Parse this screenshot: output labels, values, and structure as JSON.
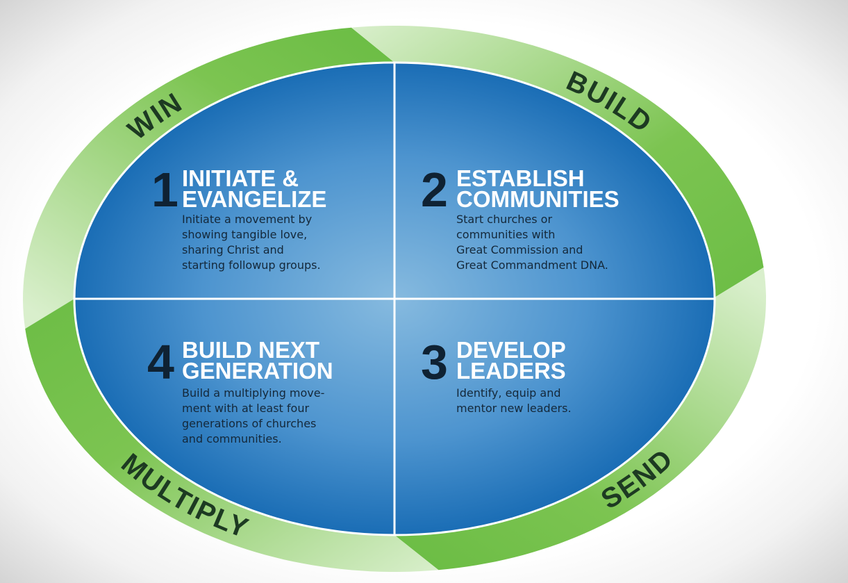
{
  "ring": {
    "labels": [
      "WIN",
      "BUILD",
      "SEND",
      "MULTIPLY"
    ],
    "dark_color": "#6cbd45",
    "light_color": "#d9efcc"
  },
  "inner": {
    "center_color": "#86badf",
    "edge_color": "#1a6db5"
  },
  "quadrants": [
    {
      "number": "1",
      "title_lines": [
        "INITIATE &",
        "EVANGELIZE"
      ],
      "body_lines": [
        "Initiate a movement by",
        "showing tangible love,",
        "sharing Christ and",
        "starting followup groups."
      ]
    },
    {
      "number": "2",
      "title_lines": [
        "ESTABLISH",
        "COMMUNITIES"
      ],
      "body_lines": [
        "Start churches or",
        "communities with",
        "Great Commission and",
        "Great Commandment DNA."
      ]
    },
    {
      "number": "3",
      "title_lines": [
        "DEVELOP",
        "LEADERS"
      ],
      "body_lines": [
        "Identify, equip and",
        "mentor new leaders."
      ]
    },
    {
      "number": "4",
      "title_lines": [
        "BUILD NEXT",
        "GENERATION"
      ],
      "body_lines": [
        "Build a multiplying move-",
        "ment with at least four",
        "generations of churches",
        "and communities."
      ]
    }
  ]
}
